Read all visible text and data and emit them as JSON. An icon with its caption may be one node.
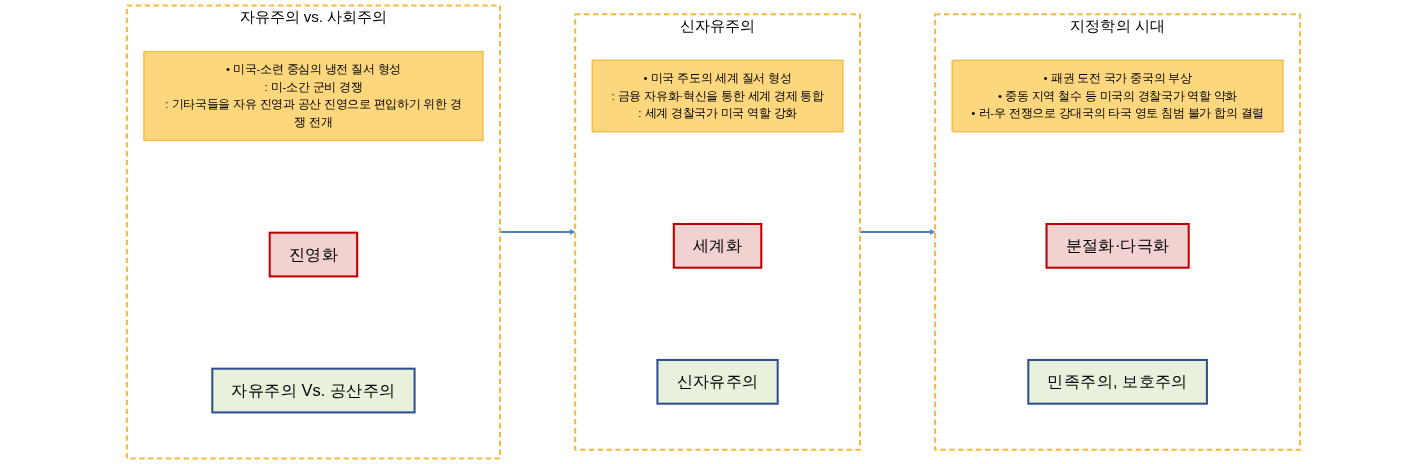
{
  "diagram": {
    "nodes": [
      {
        "text": [
          "자유주의 vs. 사회주의"
        ]
      },
      {
        "text": [
          "• 미국-소련 중심의 냉전 질서 형성",
          ": 미-소간 군비 경쟁",
          ": 기타국들을 자유 진영과 공산 진영으로 편입하기 위한 경쟁 전개"
        ],
        "in": 0
      },
      {
        "text": [
          "진영화"
        ],
        "in": 0
      },
      {
        "text": [
          "자유주의 Vs. 공산주의"
        ],
        "in": 0
      },
      {
        "text": [
          "신자유주의"
        ]
      },
      {
        "text": [
          "• 미국 주도의 세계 질서 형성",
          ": 금융 자유화·혁신을  통한 세계 경제 통합",
          ": 세계 경찰국가 미국 역할 강화"
        ],
        "in": 4
      },
      {
        "text": [
          "세계화"
        ],
        "in": 4
      },
      {
        "text": [
          "신자유주의"
        ],
        "in": 4
      },
      {
        "text": [
          "지정학의 시대"
        ]
      },
      {
        "text": [
          "• 패권 도전 국가 중국의 부상",
          "• 중동 지역 철수 등 미국의 경찰국가 역할 약화",
          "• 러-우 전쟁으로 강대국의 타국 영토 침범 불가 합의 결렬"
        ],
        "in": 8
      },
      {
        "text": [
          "분절화·다극화"
        ],
        "in": 8
      },
      {
        "text": [
          "민족주의, 보호주의"
        ],
        "in": 8
      }
    ],
    "edges": [
      {
        "from": 0,
        "to": 4,
        "arrow": "to"
      },
      {
        "from": 4,
        "to": 8,
        "arrow": "to"
      }
    ]
  }
}
